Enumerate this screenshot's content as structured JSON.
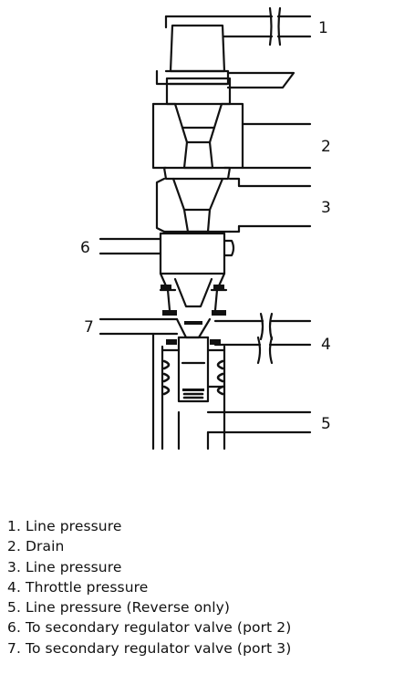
{
  "diagram": {
    "callouts": [
      "1",
      "2",
      "3",
      "4",
      "5",
      "6",
      "7"
    ]
  },
  "legend": {
    "items": [
      "1. Line pressure",
      "2. Drain",
      "3. Line pressure",
      "4. Throttle pressure",
      "5. Line pressure (Reverse only)",
      "6. To secondary regulator valve (port 2)",
      "7. To secondary regulator valve (port 3)"
    ]
  }
}
